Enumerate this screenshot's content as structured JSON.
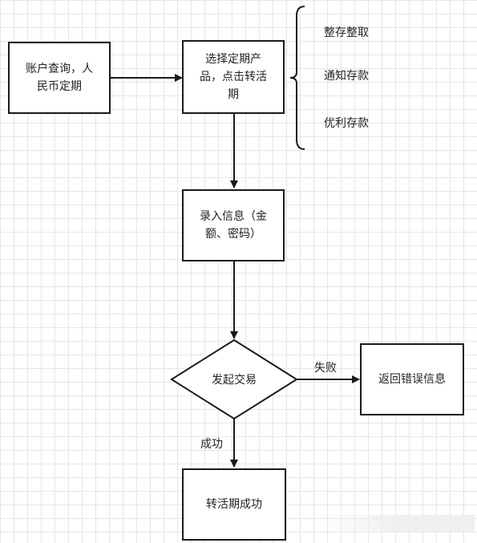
{
  "nodes": {
    "account_query": "账户查询，人\n民币定期",
    "select_product": "选择定期产\n品，点击转活\n期",
    "enter_info": "录入信息（金\n额、密码）",
    "initiate": "发起交易",
    "return_error": "返回错误信息",
    "success_node": "转活期成功"
  },
  "brace_options": [
    "整存整取",
    "通知存款",
    "优利存款"
  ],
  "edge_labels": {
    "fail": "失败",
    "success": "成功"
  },
  "colors": {
    "stroke": "#1a1a1a",
    "grid": "#e6e6e6"
  }
}
